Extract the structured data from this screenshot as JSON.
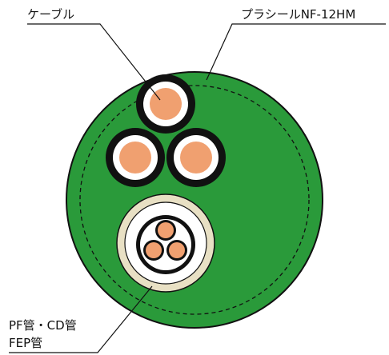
{
  "labels": {
    "cable": "ケーブル",
    "sheath": "プラシールNF-12HM",
    "pipe_line1": "PF管・CD管",
    "pipe_line2": "FEP管"
  },
  "colors": {
    "sheath_green": "#2a9a3a",
    "sheath_outline": "#111111",
    "dashed_line": "#111111",
    "cable_jacket": "#111111",
    "cable_insulation": "#ffffff",
    "copper_conductor": "#f0a070",
    "pipe_tan": "#e8e0c4",
    "leader_line": "#111111"
  }
}
